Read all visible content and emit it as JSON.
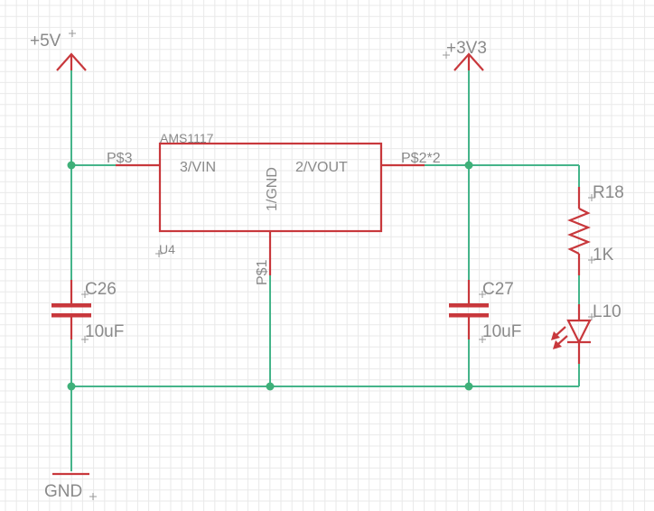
{
  "supply": {
    "vin_label": "+5V",
    "vout_label": "+3V3",
    "gnd_label": "GND"
  },
  "regulator": {
    "name": "U4",
    "value": "AMS1117",
    "pin_in": "3/VIN",
    "pin_gnd": "1/GND",
    "pin_out": "2/VOUT",
    "pad_in": "P$3",
    "pad_gnd": "P$1",
    "pad_out": "P$2*2"
  },
  "c_in": {
    "name": "C26",
    "value": "10uF"
  },
  "c_out": {
    "name": "C27",
    "value": "10uF"
  },
  "resistor": {
    "name": "R18",
    "value": "1K"
  },
  "led": {
    "name": "L10"
  },
  "colors": {
    "wire": "#45b48a",
    "part": "#c8383c",
    "label": "#8a8a8a",
    "grid": "#e9e9e9"
  }
}
